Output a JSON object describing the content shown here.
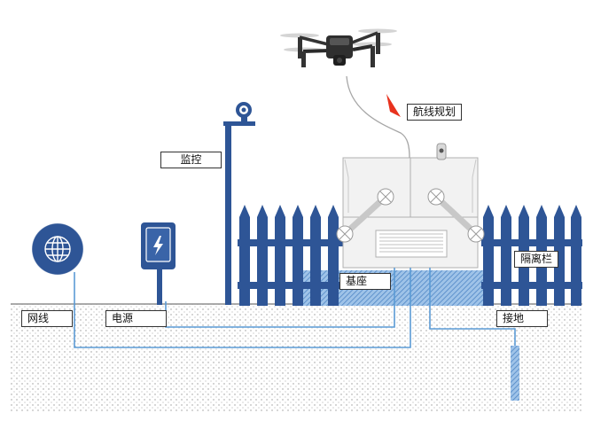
{
  "labels": {
    "route_planning": "航线规划",
    "monitor": "监控",
    "network": "网线",
    "power": "电源",
    "base": "基座",
    "fence": "隔离栏",
    "ground": "接地"
  },
  "colors": {
    "fence_blue": "#2e5596",
    "cable_blue": "#5b9bd5",
    "base_hatch": "#4f86c6",
    "dock_grey": "#f2f2f2",
    "arrow_red": "#e8321e"
  },
  "icons": {
    "drone": "drone-icon",
    "network": "globe-icon",
    "power": "lightning-icon",
    "camera": "camera-icon",
    "fan": "fan-icon"
  }
}
